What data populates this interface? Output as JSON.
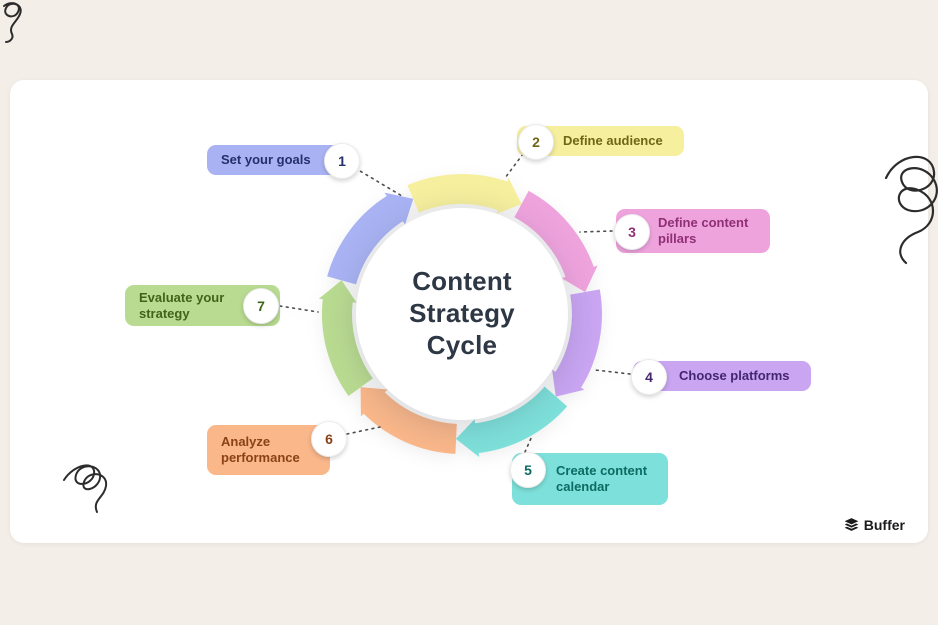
{
  "page": {
    "background": "#f3eee7"
  },
  "card": {
    "background": "#ffffff"
  },
  "center": {
    "title": "Content Strategy Cycle",
    "text_color": "#2e3744"
  },
  "steps": [
    {
      "num": "1",
      "label": "Set your goals",
      "pill_color": "#a9b3f3",
      "text_color": "#23306b"
    },
    {
      "num": "2",
      "label": "Define audience",
      "pill_color": "#f6ef9e",
      "text_color": "#6e6715"
    },
    {
      "num": "3",
      "label": "Define content pillars",
      "pill_color": "#efa3dd",
      "text_color": "#8f2f75"
    },
    {
      "num": "4",
      "label": "Choose platforms",
      "pill_color": "#c9a5f2",
      "text_color": "#45256e"
    },
    {
      "num": "5",
      "label": "Create content calendar",
      "pill_color": "#7ee0da",
      "text_color": "#0c6b63"
    },
    {
      "num": "6",
      "label": "Analyze performance",
      "pill_color": "#f9b78a",
      "text_color": "#8a4118"
    },
    {
      "num": "7",
      "label": "Evaluate your strategy",
      "pill_color": "#b9db91",
      "text_color": "#3f6418"
    }
  ],
  "ring": {
    "order_clockwise_from_top": [
      2,
      3,
      4,
      5,
      6,
      7,
      1
    ]
  },
  "brand": {
    "logo_text": "Buffer",
    "color": "#1b1b1d"
  }
}
